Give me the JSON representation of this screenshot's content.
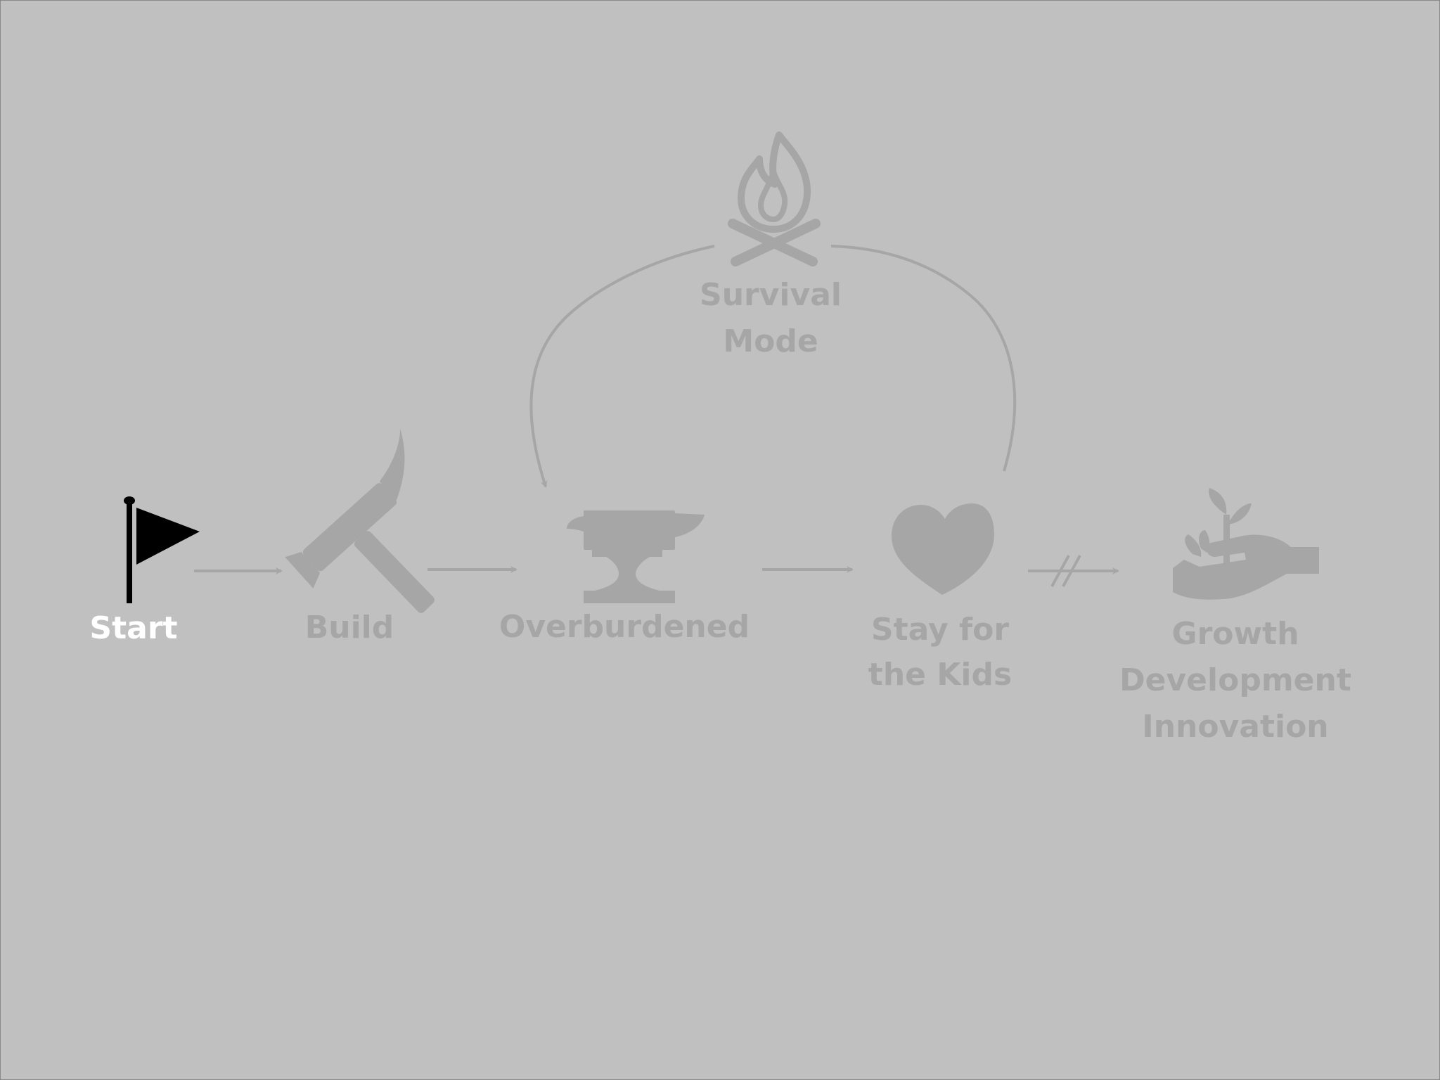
{
  "nodes": {
    "start": {
      "label": "Start",
      "icon": "flag-icon",
      "state": "active"
    },
    "build": {
      "label": "Build",
      "icon": "hammer-icon",
      "state": "dimmed"
    },
    "overburdened": {
      "label": "Overburdened",
      "icon": "anvil-icon",
      "state": "dimmed"
    },
    "stay": {
      "label_line1": "Stay for",
      "label_line2": "the Kids",
      "icon": "heart-icon",
      "state": "dimmed"
    },
    "growth": {
      "label_line1": "Growth",
      "label_line2": "Development",
      "label_line3": "Innovation",
      "icon": "hand-sprout-icon",
      "state": "dimmed"
    },
    "survival": {
      "label_line1": "Survival",
      "label_line2": "Mode",
      "icon": "campfire-icon",
      "state": "dimmed"
    }
  },
  "edges": [
    {
      "from": "start",
      "to": "build",
      "style": "arrow"
    },
    {
      "from": "build",
      "to": "overburdened",
      "style": "arrow"
    },
    {
      "from": "overburdened",
      "to": "stay",
      "style": "arrow"
    },
    {
      "from": "stay",
      "to": "growth",
      "style": "blocked-arrow"
    },
    {
      "from": "stay",
      "to": "survival",
      "style": "curve"
    },
    {
      "from": "survival",
      "to": "overburdened",
      "style": "curved-arrow"
    }
  ],
  "colors": {
    "background": "#c0c0c0",
    "dimmed": "#a6a6a6",
    "active_icon": "#000000",
    "active_label": "#ffffff"
  }
}
